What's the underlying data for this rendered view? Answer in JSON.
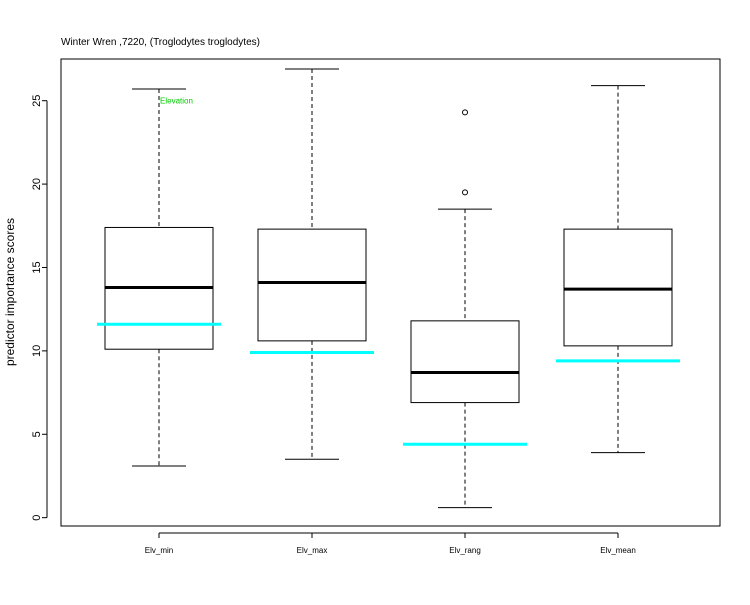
{
  "chart_data": {
    "type": "boxplot",
    "title": "Winter Wren ,7220, (Troglodytes troglodytes)",
    "ylabel": "predictor importance scores",
    "xlabel": "",
    "ylim": [
      -0.5,
      27.5
    ],
    "yticks": [
      0,
      5,
      10,
      15,
      20,
      25
    ],
    "grid": false,
    "categories": [
      "Elv_min",
      "Elv_max",
      "Elv_rang",
      "Elv_mean"
    ],
    "boxes": [
      {
        "category": "Elv_min",
        "min": 3.1,
        "q1": 10.1,
        "median": 13.8,
        "q3": 17.4,
        "max": 25.7,
        "outliers": [],
        "reference": 11.6
      },
      {
        "category": "Elv_max",
        "min": 3.5,
        "q1": 10.6,
        "median": 14.1,
        "q3": 17.3,
        "max": 26.9,
        "outliers": [],
        "reference": 9.9
      },
      {
        "category": "Elv_rang",
        "min": 0.6,
        "q1": 6.9,
        "median": 8.7,
        "q3": 11.8,
        "max": 18.5,
        "outliers": [
          19.5,
          24.3
        ],
        "reference": 4.4
      },
      {
        "category": "Elv_mean",
        "min": 3.9,
        "q1": 10.3,
        "median": 13.7,
        "q3": 17.3,
        "max": 25.9,
        "outliers": [],
        "reference": 9.4
      }
    ],
    "annotations": [
      {
        "text": "Elevation",
        "x_category": "Elv_min",
        "y": 25.0,
        "color": "#00cc00"
      }
    ],
    "colors": {
      "box": "#000000",
      "median": "#000000",
      "reference_line": "#00ffff",
      "annotation": "#00cc00"
    }
  }
}
